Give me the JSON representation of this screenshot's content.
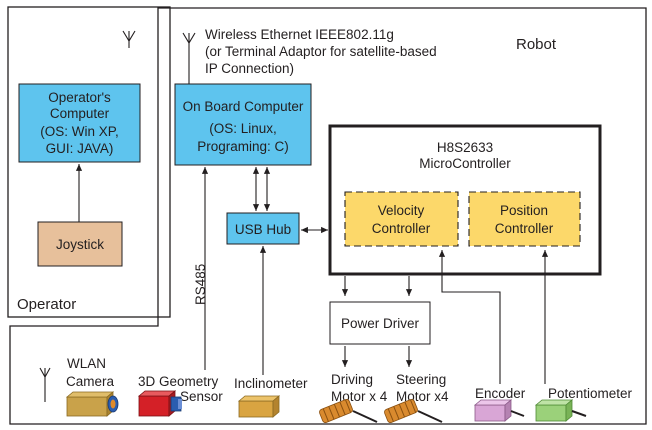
{
  "regions": {
    "operator": "Operator",
    "robot": "Robot"
  },
  "wireless_note": {
    "line1": "Wireless Ethernet IEEE802.11g",
    "line2": "(or Terminal Adaptor for satellite-based",
    "line3": "IP Connection)"
  },
  "operator_computer": {
    "line1": "Operator's",
    "line2": "Computer",
    "line3": "(OS: Win XP,",
    "line4": "GUI: JAVA)"
  },
  "joystick": "Joystick",
  "onboard_computer": {
    "line1": "On Board Computer",
    "line2": "(OS: Linux,",
    "line3": "Programing: C)"
  },
  "microcontroller": {
    "line1": "H8S2633",
    "line2": "MicroController"
  },
  "velocity_controller": {
    "line1": "Velocity",
    "line2": "Controller"
  },
  "position_controller": {
    "line1": "Position",
    "line2": "Controller"
  },
  "usb_hub": "USB Hub",
  "rs485": "RS485",
  "power_driver": "Power Driver",
  "devices": {
    "wlan_camera": {
      "line1": "WLAN",
      "line2": "Camera"
    },
    "geometry_sensor": {
      "line1": "3D Geometry",
      "line2": "Sensor"
    },
    "inclinometer": "Inclinometer",
    "driving_motor": {
      "line1": "Driving",
      "line2": "Motor x 4"
    },
    "steering_motor": {
      "line1": "Steering",
      "line2": "Motor x4"
    },
    "encoder": "Encoder",
    "potentiometer": "Potentiometer"
  },
  "colors": {
    "computer_fill": "#5ec4ee",
    "joystick_fill": "#e7c09b",
    "controller_fill": "#fcd86a",
    "line": "#231f20",
    "camera": "#c9a24a",
    "geometry_red": "#d42027",
    "geometry_blue": "#2a5db0",
    "inclinometer": "#d9a441",
    "motor": "#d98a2e",
    "encoder": "#d9a6d6",
    "potentiometer": "#9bd17a"
  }
}
